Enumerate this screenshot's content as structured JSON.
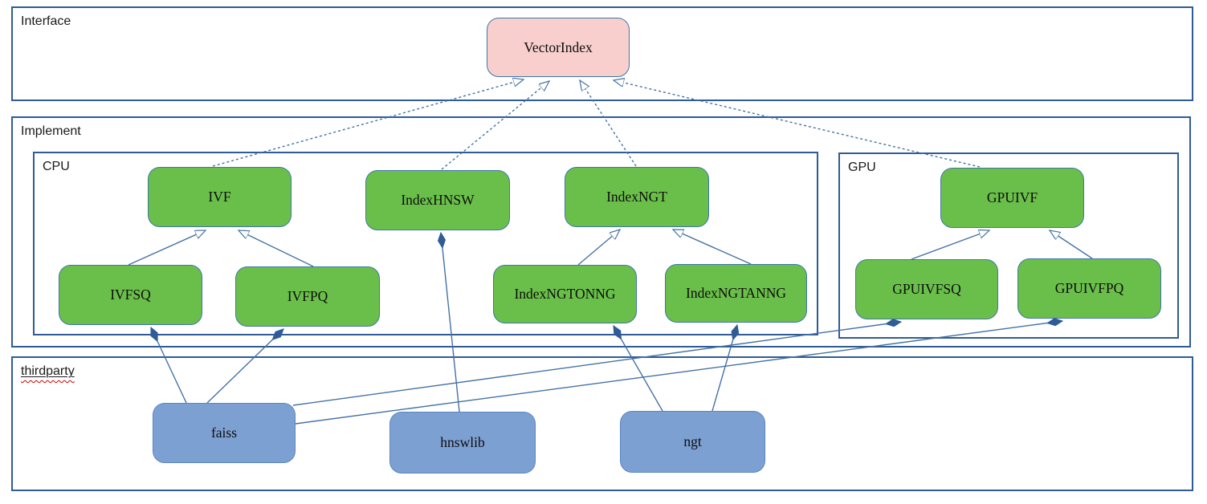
{
  "diagram": {
    "containers": {
      "interface": {
        "label": "Interface"
      },
      "implement": {
        "label": "Implement"
      },
      "cpu": {
        "label": "CPU"
      },
      "gpu": {
        "label": "GPU"
      },
      "thirdparty": {
        "label": "thirdparty"
      }
    },
    "nodes": {
      "vectorindex": {
        "label": "VectorIndex",
        "category": "interface"
      },
      "ivf": {
        "label": "IVF",
        "category": "cpu-implementation"
      },
      "indexhnsw": {
        "label": "IndexHNSW",
        "category": "cpu-implementation"
      },
      "indexngt": {
        "label": "IndexNGT",
        "category": "cpu-implementation"
      },
      "ivfsq": {
        "label": "IVFSQ",
        "category": "cpu-implementation"
      },
      "ivfpq": {
        "label": "IVFPQ",
        "category": "cpu-implementation"
      },
      "indexngtonng": {
        "label": "IndexNGTONNG",
        "category": "cpu-implementation"
      },
      "indexngtanng": {
        "label": "IndexNGTANNG",
        "category": "cpu-implementation"
      },
      "gpuivf": {
        "label": "GPUIVF",
        "category": "gpu-implementation"
      },
      "gpuivfsq": {
        "label": "GPUIVFSQ",
        "category": "gpu-implementation"
      },
      "gpuivfpq": {
        "label": "GPUIVFPQ",
        "category": "gpu-implementation"
      },
      "faiss": {
        "label": "faiss",
        "category": "thirdparty"
      },
      "hnswlib": {
        "label": "hnswlib",
        "category": "thirdparty"
      },
      "ngt": {
        "label": "ngt",
        "category": "thirdparty"
      }
    },
    "relationships": [
      {
        "from": "IVF",
        "to": "VectorIndex",
        "type": "realization"
      },
      {
        "from": "IndexHNSW",
        "to": "VectorIndex",
        "type": "realization"
      },
      {
        "from": "IndexNGT",
        "to": "VectorIndex",
        "type": "realization"
      },
      {
        "from": "GPUIVF",
        "to": "VectorIndex",
        "type": "realization"
      },
      {
        "from": "IVFSQ",
        "to": "IVF",
        "type": "inheritance"
      },
      {
        "from": "IVFPQ",
        "to": "IVF",
        "type": "inheritance"
      },
      {
        "from": "IndexNGTONNG",
        "to": "IndexNGT",
        "type": "inheritance"
      },
      {
        "from": "IndexNGTANNG",
        "to": "IndexNGT",
        "type": "inheritance"
      },
      {
        "from": "GPUIVFSQ",
        "to": "GPUIVF",
        "type": "inheritance"
      },
      {
        "from": "GPUIVFPQ",
        "to": "GPUIVF",
        "type": "inheritance"
      },
      {
        "from": "faiss",
        "to": "IVFSQ",
        "type": "composition"
      },
      {
        "from": "faiss",
        "to": "IVFPQ",
        "type": "composition"
      },
      {
        "from": "faiss",
        "to": "GPUIVFSQ",
        "type": "composition"
      },
      {
        "from": "faiss",
        "to": "GPUIVFPQ",
        "type": "composition"
      },
      {
        "from": "hnswlib",
        "to": "IndexHNSW",
        "type": "composition"
      },
      {
        "from": "ngt",
        "to": "IndexNGTONNG",
        "type": "composition"
      },
      {
        "from": "ngt",
        "to": "IndexNGTANNG",
        "type": "composition"
      }
    ],
    "colors": {
      "implementation_fill": "#6abf4a",
      "thirdparty_fill": "#7da0d2",
      "interface_fill": "#f8cfcc",
      "edge_line": "#4472a4",
      "container_border": "#2f5b96",
      "diamond_fill": "#2f5b96",
      "spellcheck_underline": "#cc0000"
    }
  }
}
